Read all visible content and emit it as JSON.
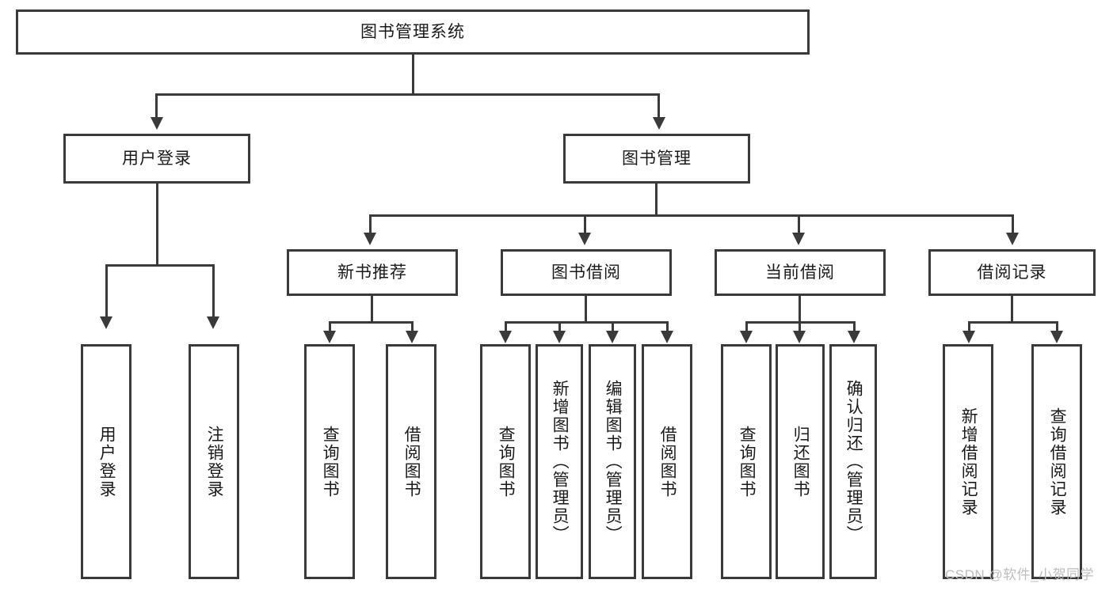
{
  "diagram": {
    "title": "图书管理系统",
    "type": "tree-hierarchy-chart",
    "root": {
      "id": "root",
      "label": "图书管理系统"
    },
    "level1": [
      {
        "id": "user-login",
        "label": "用户登录"
      },
      {
        "id": "book-management",
        "label": "图书管理"
      }
    ],
    "level2": [
      {
        "id": "new-book-recommend",
        "label": "新书推荐",
        "parent": "book-management"
      },
      {
        "id": "book-borrow",
        "label": "图书借阅",
        "parent": "book-management"
      },
      {
        "id": "current-borrow",
        "label": "当前借阅",
        "parent": "book-management"
      },
      {
        "id": "borrow-record",
        "label": "借阅记录",
        "parent": "book-management"
      }
    ],
    "leaves": [
      {
        "id": "leaf-user-login",
        "label": "用户登录",
        "parent": "user-login"
      },
      {
        "id": "leaf-logout-login",
        "label": "注销登录",
        "parent": "user-login"
      },
      {
        "id": "leaf-query-book-1",
        "label": "查询图书",
        "parent": "new-book-recommend"
      },
      {
        "id": "leaf-borrow-book-1",
        "label": "借阅图书",
        "parent": "new-book-recommend"
      },
      {
        "id": "leaf-query-book-2",
        "label": "查询图书",
        "parent": "book-borrow"
      },
      {
        "id": "leaf-add-book",
        "label": "新增图书（管理员）",
        "parent": "book-borrow"
      },
      {
        "id": "leaf-edit-book",
        "label": "编辑图书（管理员）",
        "parent": "book-borrow"
      },
      {
        "id": "leaf-borrow-book-2",
        "label": "借阅图书",
        "parent": "book-borrow"
      },
      {
        "id": "leaf-query-book-3",
        "label": "查询图书",
        "parent": "current-borrow"
      },
      {
        "id": "leaf-return-book",
        "label": "归还图书",
        "parent": "current-borrow"
      },
      {
        "id": "leaf-confirm-return",
        "label": "确认归还（管理员）",
        "parent": "current-borrow"
      },
      {
        "id": "leaf-add-record",
        "label": "新增借阅记录",
        "parent": "borrow-record"
      },
      {
        "id": "leaf-query-record",
        "label": "查询借阅记录",
        "parent": "borrow-record"
      }
    ],
    "colors": {
      "stroke": "#3a3a3a",
      "fill": "#ffffff",
      "text": "#1a1a1a",
      "watermark": "#bdbdbd"
    }
  },
  "watermark": {
    "text": "CSDN @软件_小贺同学"
  }
}
